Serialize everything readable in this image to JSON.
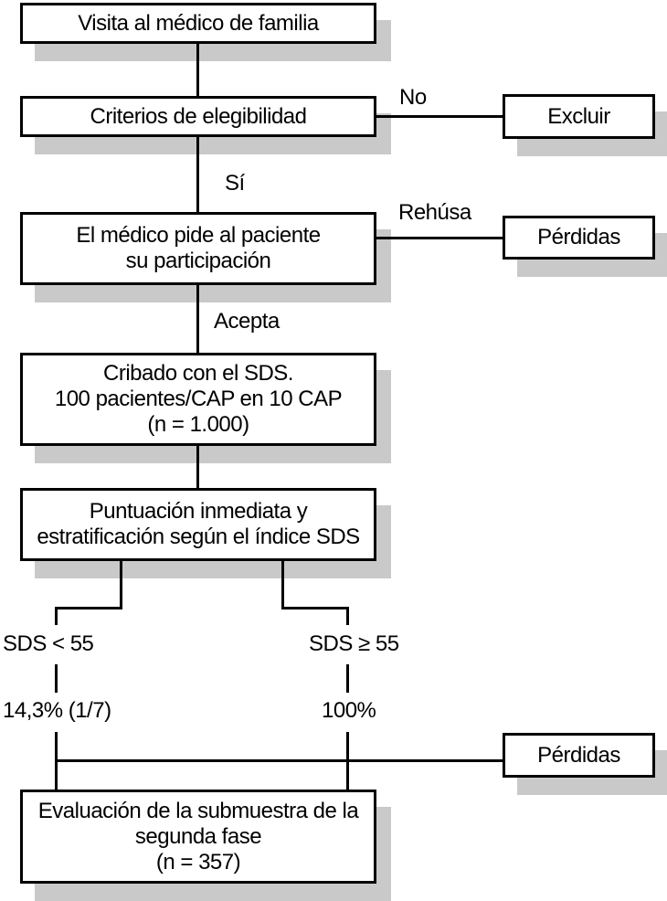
{
  "colors": {
    "background": "#ffffff",
    "box_fill": "#ffffff",
    "box_border": "#000000",
    "line": "#000000",
    "shadow": "#c9c9c9",
    "text": "#000000"
  },
  "nodes": {
    "visita": {
      "text": "Visita al médico de familia"
    },
    "criterios": {
      "text": "Criterios de elegibilidad"
    },
    "excluir": {
      "text": "Excluir"
    },
    "peticion": {
      "text": "El médico pide al paciente\nsu participación"
    },
    "perdidas_rehusa": {
      "text": "Pérdidas"
    },
    "cribado": {
      "text": "Cribado con el SDS.\n100 pacientes/CAP en 10 CAP\n(n = 1.000)"
    },
    "puntuacion": {
      "text": "Puntuación inmediata y\nestratificación según el índice SDS"
    },
    "perdidas_fase2": {
      "text": "Pérdidas"
    },
    "evaluacion": {
      "text": "Evaluación de la submuestra de la\nsegunda fase\n(n = 357)"
    }
  },
  "edge_labels": {
    "no": "No",
    "si": "Sí",
    "rehusa": "Rehúsa",
    "acepta": "Acepta",
    "sds_menor": "SDS < 55",
    "sds_mayor_igual": "SDS ≥ 55",
    "pct_izquierda": "14,3% (1/7)",
    "pct_derecha": "100%"
  }
}
